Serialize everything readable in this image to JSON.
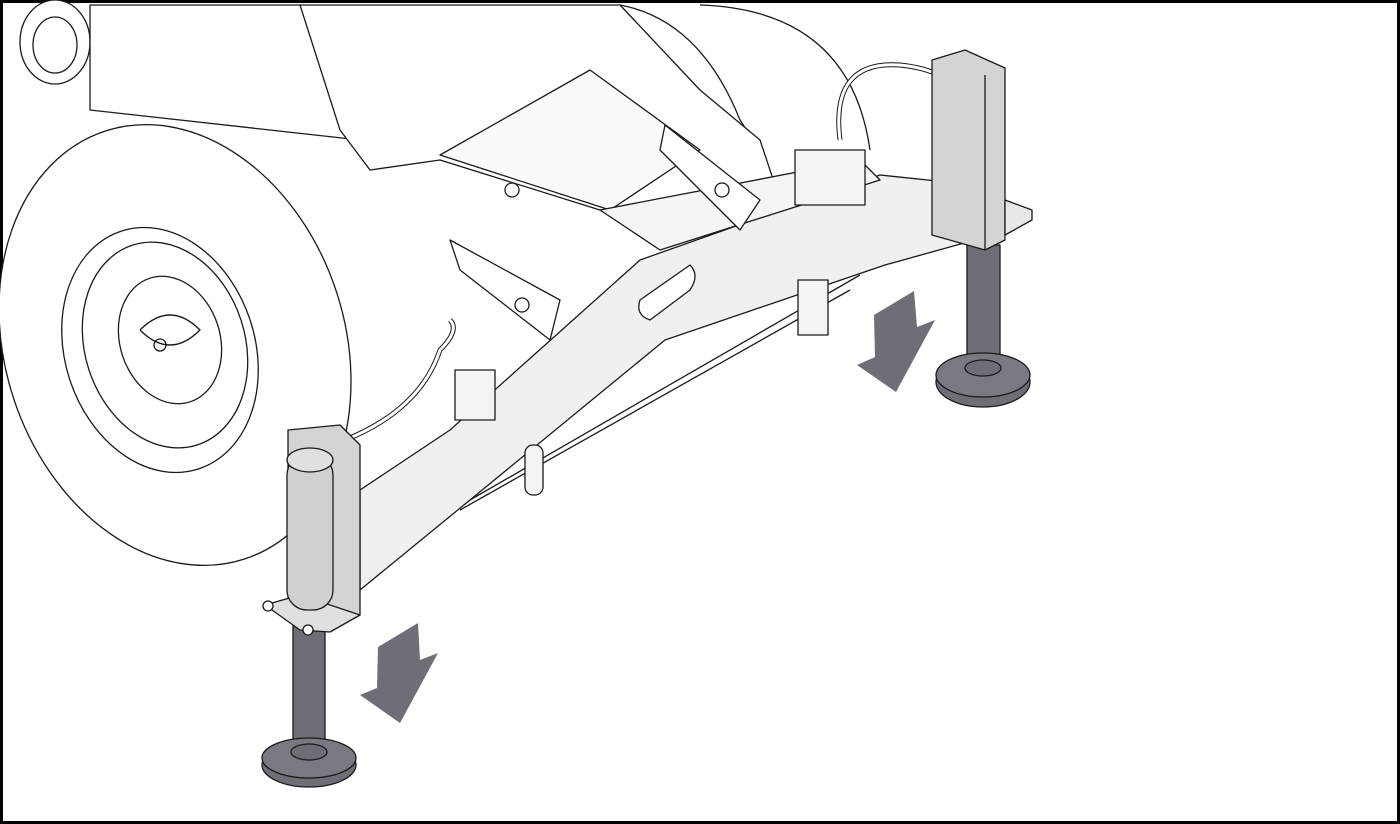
{
  "illustration": {
    "subject": "drawbar-with-two-support-jacks",
    "colors": {
      "line": "#1a1a1a",
      "frame_fill": "#f0f0f0",
      "jack_fill": "#d4d4d4",
      "leg_fill": "#6f6e77",
      "arrow_fill": "#6f6e77",
      "border": "#000000"
    },
    "arrows": [
      {
        "direction": "down-left",
        "meaning": "lower-jack"
      },
      {
        "direction": "down-left",
        "meaning": "lower-jack"
      }
    ]
  }
}
